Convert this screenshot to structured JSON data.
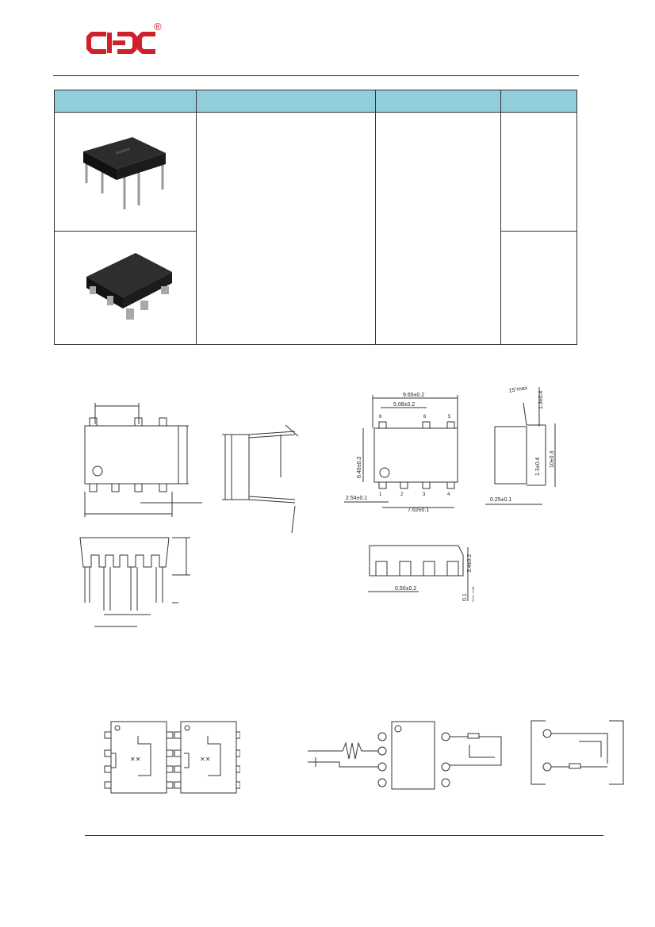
{
  "logo": {
    "registered_mark": "®",
    "brand_color": "#d0202a"
  },
  "table": {
    "header_color": "#92cddc",
    "package_images": [
      "dip-package-photo",
      "smd-package-photo"
    ]
  },
  "dimensions": {
    "overall_length": "9.65±0.2",
    "pin_span": "5.08±0.2",
    "body_width": "6.40±0.3",
    "pin_pitch": "2.54±0.1",
    "row_spacing": "7.62±0.1",
    "angle_max": "15°max",
    "lead_top": "1.3±0.4",
    "lead_side": "1.3±0.4",
    "total_width": "10±0.3",
    "lead_thickness": "0.25±0.1",
    "pad_width": "0.50±0.2",
    "height": "3.4±0.2",
    "standoff": "0.1",
    "standoff_tol": "+0.2 / -0.05",
    "pin_labels": [
      "6",
      "6",
      "5",
      "1",
      "2",
      "3",
      "4"
    ]
  }
}
